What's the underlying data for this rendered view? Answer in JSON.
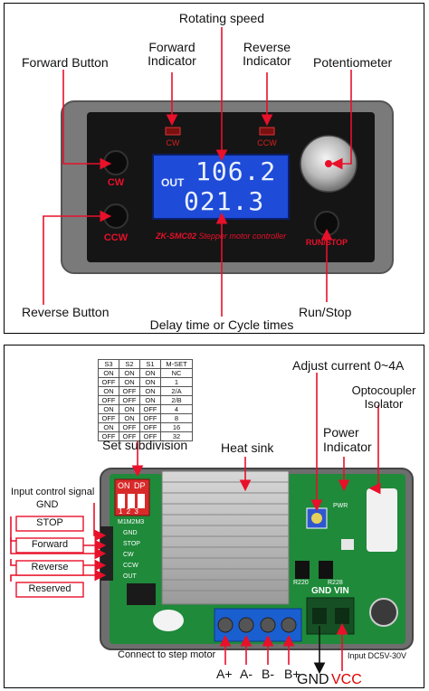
{
  "top_panel": {
    "labels": {
      "rotating_speed": "Rotating speed",
      "forward_indicator_l1": "Forward",
      "forward_indicator_l2": "Indicator",
      "reverse_indicator_l1": "Reverse",
      "reverse_indicator_l2": "Indicator",
      "forward_button": "Forward Button",
      "potentiometer": "Potentiometer",
      "reverse_button": "Reverse Button",
      "run_stop": "Run/Stop",
      "delay_time": "Delay time or Cycle times"
    },
    "device": {
      "cw_led": "CW",
      "ccw_led": "CCW",
      "cw_button": "CW",
      "ccw_button": "CCW",
      "run_stop_button": "RUN/STOP",
      "model": "ZK-SMC02",
      "subtitle": "Stepper motor controller",
      "lcd_label": "OUT",
      "lcd_line1": "106.2",
      "lcd_line2": "021.3"
    }
  },
  "bottom_panel": {
    "table": {
      "headers": [
        "S3",
        "S2",
        "S1",
        "M-SET"
      ],
      "rows": [
        [
          "ON",
          "ON",
          "ON",
          "NC"
        ],
        [
          "OFF",
          "ON",
          "ON",
          "1"
        ],
        [
          "ON",
          "OFF",
          "ON",
          "2/A"
        ],
        [
          "OFF",
          "OFF",
          "ON",
          "2/B"
        ],
        [
          "ON",
          "ON",
          "OFF",
          "4"
        ],
        [
          "OFF",
          "ON",
          "OFF",
          "8"
        ],
        [
          "ON",
          "OFF",
          "OFF",
          "16"
        ],
        [
          "OFF",
          "OFF",
          "OFF",
          "32"
        ]
      ]
    },
    "labels": {
      "set_subdivision": "Set subdivision",
      "heat_sink": "Heat sink",
      "adjust_current": "Adjust current 0~4A",
      "optocoupler_l1": "Optocoupler",
      "optocoupler_l2": "Isolator",
      "power_indicator_l1": "Power",
      "power_indicator_l2": "Indicator",
      "input_signal_l1": "Input control signal",
      "input_signal_l2": "GND",
      "stop": "STOP",
      "forward": "Forward",
      "reverse": "Reverse",
      "reserved": "Reserved",
      "connect_motor": "Connect to step motor",
      "input_dc": "Input DC5V-30V",
      "a_plus": "A+",
      "a_minus": "A-",
      "b_minus": "B-",
      "b_plus": "B+",
      "gnd": "GND",
      "vcc": "VCC"
    },
    "board": {
      "dip_on": "ON",
      "dip_dp": "DP",
      "dip_nums": "1 2 3",
      "pins_header": "M1M2M3",
      "pin_gnd": "GND",
      "pin_stop": "STOP",
      "pin_cw": "CW",
      "pin_ccw": "CCW",
      "pin_out": "OUT",
      "power_header": "GND VIN",
      "r220": "R220",
      "r228": "R228",
      "led_pwr": "PWR"
    }
  },
  "colors": {
    "arrow": "#e8102a",
    "pcb": "#1f8a3a",
    "lcd": "#1e4bd8",
    "vcc": "#e00000"
  }
}
